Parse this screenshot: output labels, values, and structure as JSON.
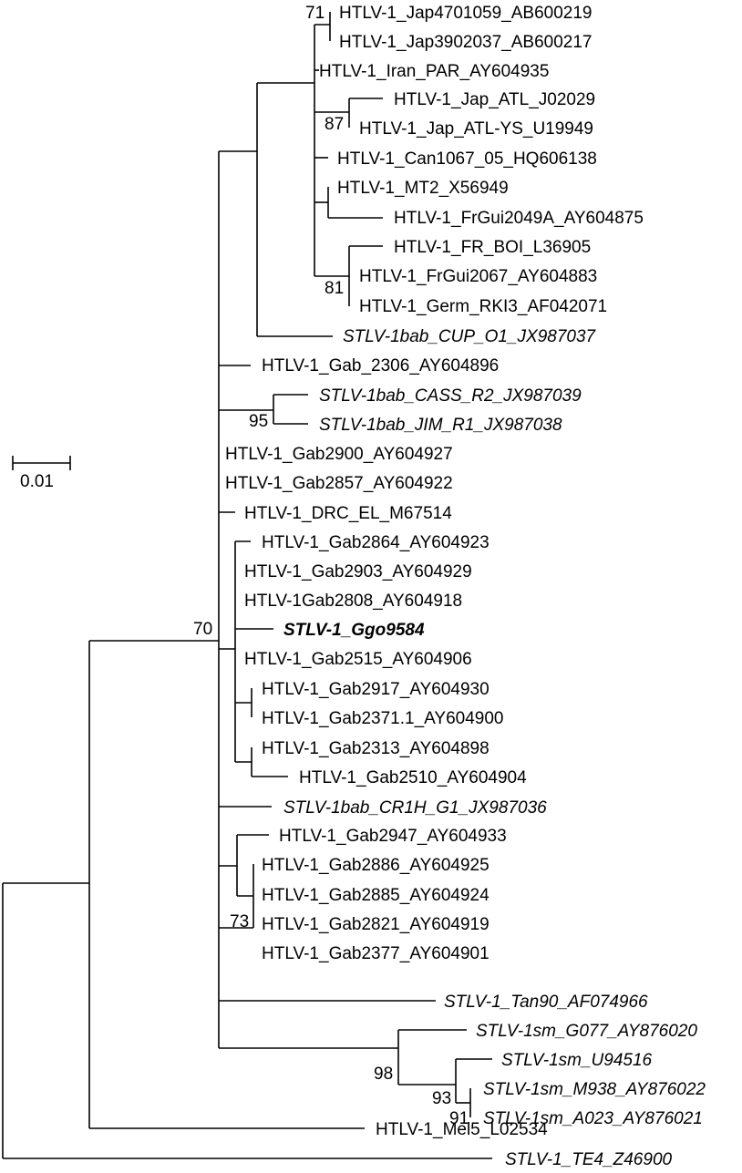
{
  "scale_bar": {
    "label": "0.01"
  },
  "taxa": [
    {
      "label": "HTLV-1_Jap4701059_AB600219",
      "style": "normal"
    },
    {
      "label": "HTLV-1_Jap3902037_AB600217",
      "style": "normal"
    },
    {
      "label": "HTLV-1_Iran_PAR_AY604935",
      "style": "normal"
    },
    {
      "label": "HTLV-1_Jap_ATL_J02029",
      "style": "normal"
    },
    {
      "label": "HTLV-1_Jap_ATL-YS_U19949",
      "style": "normal"
    },
    {
      "label": "HTLV-1_Can1067_05_HQ606138",
      "style": "normal"
    },
    {
      "label": "HTLV-1_MT2_X56949",
      "style": "normal"
    },
    {
      "label": "HTLV-1_FrGui2049A_AY604875",
      "style": "normal"
    },
    {
      "label": "HTLV-1_FR_BOI_L36905",
      "style": "normal"
    },
    {
      "label": "HTLV-1_FrGui2067_AY604883",
      "style": "normal"
    },
    {
      "label": "HTLV-1_Germ_RKI3_AF042071",
      "style": "normal"
    },
    {
      "label": "STLV-1bab_CUP_O1_JX987037",
      "style": "italic"
    },
    {
      "label": "HTLV-1_Gab_2306_AY604896",
      "style": "normal"
    },
    {
      "label": "STLV-1bab_CASS_R2_JX987039",
      "style": "italic"
    },
    {
      "label": "STLV-1bab_JIM_R1_JX987038",
      "style": "italic"
    },
    {
      "label": "HTLV-1_Gab2900_AY604927",
      "style": "normal"
    },
    {
      "label": "HTLV-1_Gab2857_AY604922",
      "style": "normal"
    },
    {
      "label": "HTLV-1_DRC_EL_M67514",
      "style": "normal"
    },
    {
      "label": "HTLV-1_Gab2864_AY604923",
      "style": "normal"
    },
    {
      "label": "HTLV-1_Gab2903_AY604929",
      "style": "normal"
    },
    {
      "label": "HTLV-1Gab2808_AY604918",
      "style": "normal"
    },
    {
      "label": "STLV-1_Ggo9584",
      "style": "bold-italic"
    },
    {
      "label": "HTLV-1_Gab2515_AY604906",
      "style": "normal"
    },
    {
      "label": "HTLV-1_Gab2917_AY604930",
      "style": "normal"
    },
    {
      "label": "HTLV-1_Gab2371.1_AY604900",
      "style": "normal"
    },
    {
      "label": "HTLV-1_Gab2313_AY604898",
      "style": "normal"
    },
    {
      "label": "HTLV-1_Gab2510_AY604904",
      "style": "normal"
    },
    {
      "label": "STLV-1bab_CR1H_G1_JX987036",
      "style": "italic"
    },
    {
      "label": "HTLV-1_Gab2947_AY604933",
      "style": "normal"
    },
    {
      "label": "HTLV-1_Gab2886_AY604925",
      "style": "normal"
    },
    {
      "label": "HTLV-1_Gab2885_AY604924",
      "style": "normal"
    },
    {
      "label": "HTLV-1_Gab2821_AY604919",
      "style": "normal"
    },
    {
      "label": "HTLV-1_Gab2377_AY604901",
      "style": "normal"
    },
    {
      "label": "STLV-1_Tan90_AF074966",
      "style": "italic"
    },
    {
      "label": "STLV-1sm_G077_AY876020",
      "style": "italic"
    },
    {
      "label": "STLV-1sm_U94516",
      "style": "italic"
    },
    {
      "label": "STLV-1sm_M938_AY876022",
      "style": "italic"
    },
    {
      "label": "STLV-1sm_A023_AY876021",
      "style": "italic"
    },
    {
      "label": "HTLV-1_Mel5_L02534",
      "style": "normal"
    },
    {
      "label": "STLV-1_TE4_Z46900",
      "style": "italic"
    }
  ],
  "bootstrap": [
    "71",
    "87",
    "81",
    "95",
    "70",
    "73",
    "98",
    "93",
    "91"
  ]
}
